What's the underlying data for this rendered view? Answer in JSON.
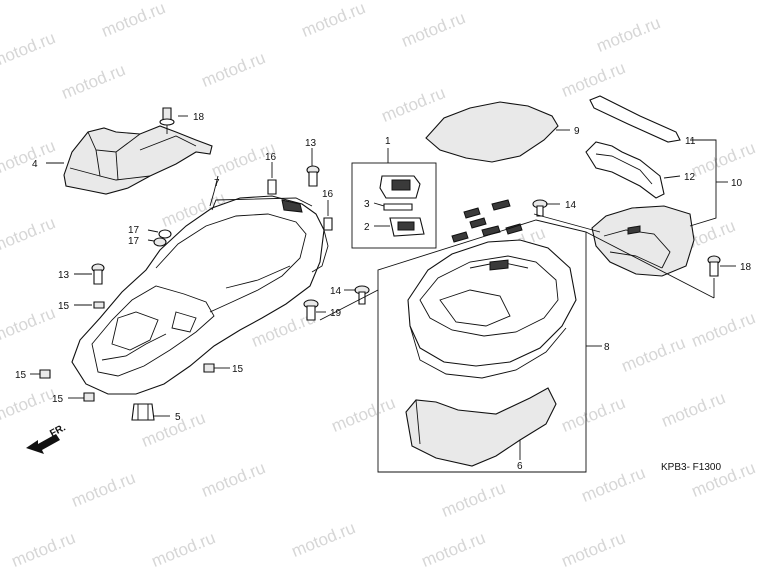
{
  "watermark": "motod.ru",
  "diagram_code": "KPB3- F1300",
  "direction_arrow": {
    "label": "FR.",
    "icon": "front-direction-arrow-icon"
  },
  "callouts": {
    "c1": "1",
    "c2": "2",
    "c3": "3",
    "c4": "4",
    "c5": "5",
    "c6": "6",
    "c7": "7",
    "c8": "8",
    "c9": "9",
    "c10": "10",
    "c11": "11",
    "c12": "12",
    "c13a": "13",
    "c13b": "13",
    "c14a": "14",
    "c14b": "14",
    "c15a": "15",
    "c15b": "15",
    "c15c": "15",
    "c15d": "15",
    "c16a": "16",
    "c16b": "16",
    "c17a": "17",
    "c17b": "17",
    "c18a": "18",
    "c18b": "18",
    "c19": "19"
  }
}
